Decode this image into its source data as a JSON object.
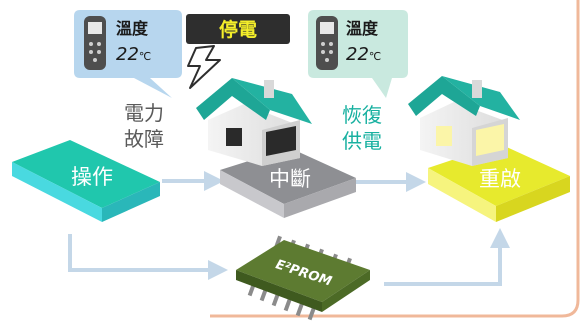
{
  "remote_left": {
    "temp_label": "溫度",
    "temp_value": "22",
    "unit": "℃"
  },
  "remote_right": {
    "temp_label": "溫度",
    "temp_value": "22",
    "unit": "℃"
  },
  "power_out_badge": "停電",
  "power_fault_label": [
    "電力",
    "故障"
  ],
  "power_restore_label": [
    "恢復",
    "供電"
  ],
  "steps": {
    "operate": "操作",
    "interrupt": "中斷",
    "restart": "重啟"
  },
  "chip_label": "E²PROM",
  "colors": {
    "operate_top": "#20c7ad",
    "operate_side": "#49d9e0",
    "gray_top": "#8e8f93",
    "gray_side": "#c8c8cc",
    "yellow_top": "#e7ea2d",
    "yellow_side": "#f6f47e",
    "roof": "#1ea696",
    "arrow": "#c4d7e8",
    "bubble_blue": "#b7d6ee",
    "bubble_teal": "#c9e9df",
    "badge_bg": "#2e2e2e",
    "badge_text": "#f4ee2a",
    "frame": "#f0b89a"
  }
}
